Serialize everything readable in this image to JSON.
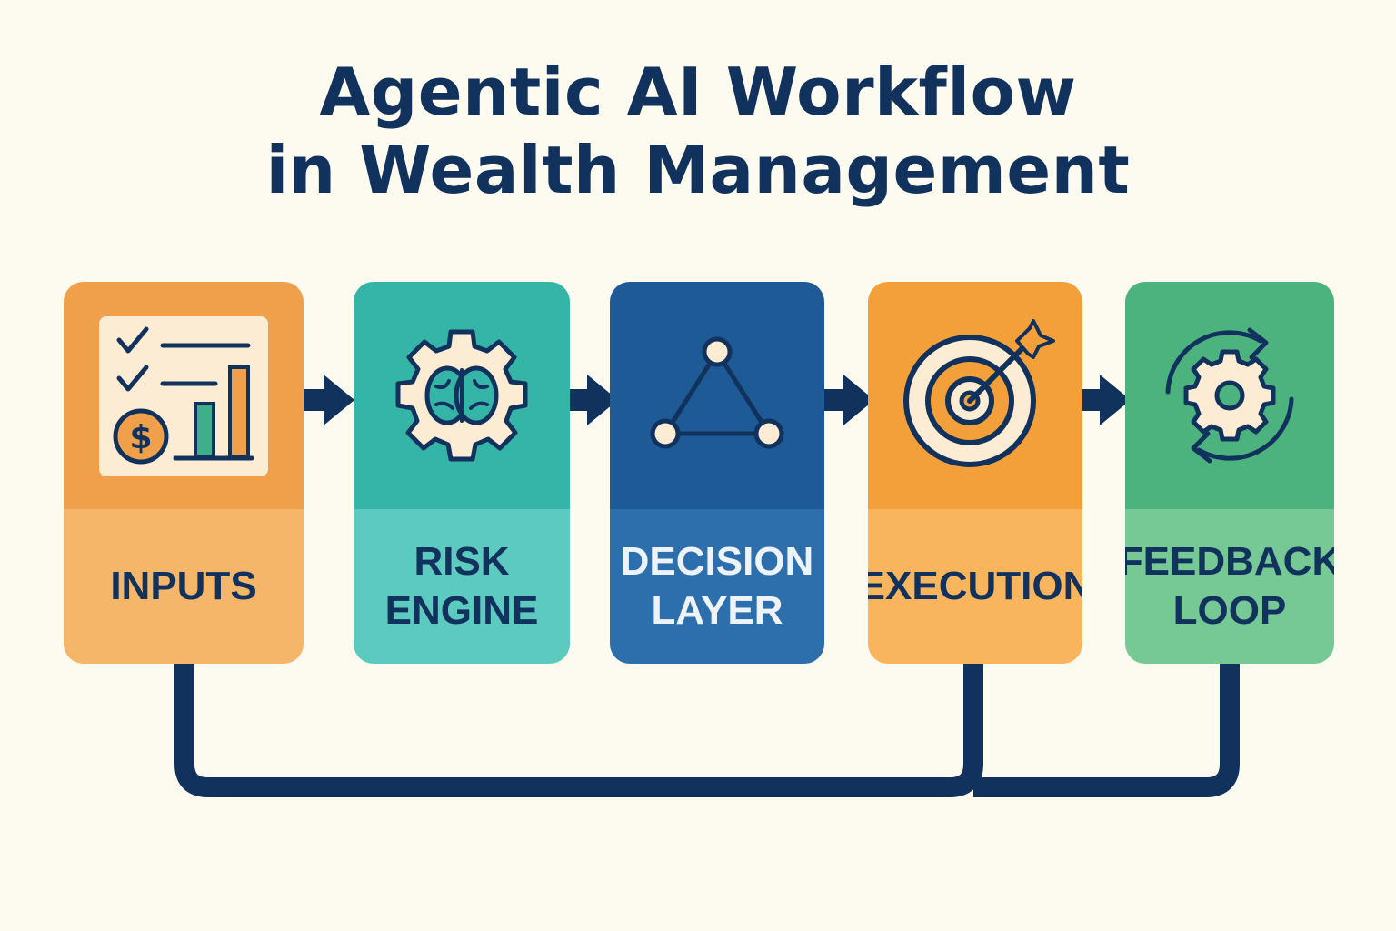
{
  "title": {
    "line1": "Agentic AI Workflow",
    "line2": "in Wealth Management"
  },
  "colors": {
    "navy": "#12325e",
    "background": "#fdfaf0",
    "inputs": "#f0a04a",
    "risk_engine": "#35b5a8",
    "decision_layer": "#1e5a96",
    "execution": "#f4a03a",
    "feedback_loop": "#4db37e"
  },
  "steps": [
    {
      "lines": [
        "INPUTS"
      ],
      "icon": "checklist-chart-dollar-icon"
    },
    {
      "lines": [
        "RISK",
        "ENGINE"
      ],
      "icon": "brain-gear-icon"
    },
    {
      "lines": [
        "DECISION",
        "LAYER"
      ],
      "icon": "triangle-network-icon"
    },
    {
      "lines": [
        "EXECUTION"
      ],
      "icon": "target-arrow-icon"
    },
    {
      "lines": [
        "FEEDBACK",
        "LOOP"
      ],
      "icon": "gear-cycle-icon"
    }
  ]
}
